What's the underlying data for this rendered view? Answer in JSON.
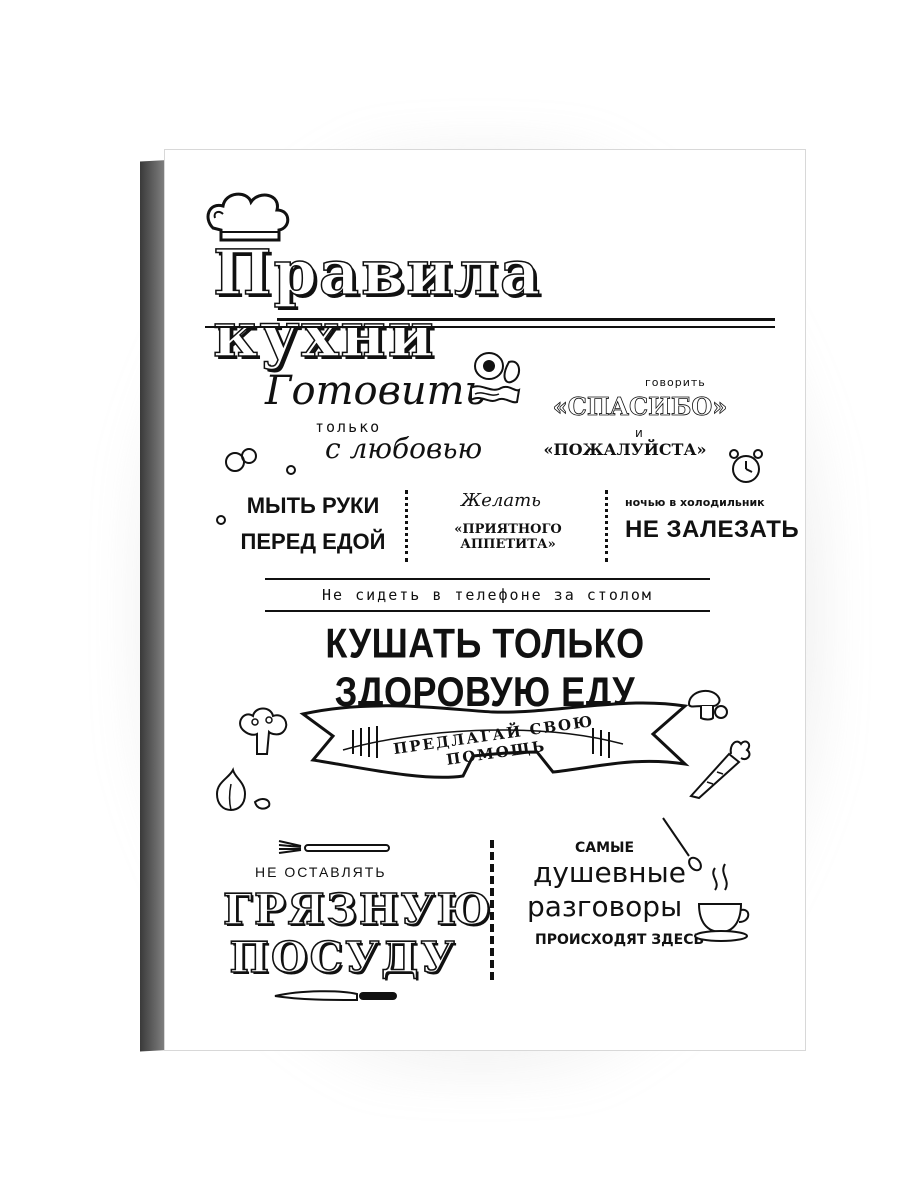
{
  "poster": {
    "title": "Правила кухни",
    "cook": {
      "main": "Готовить",
      "sub1": "только",
      "sub2": "с любовью"
    },
    "thanks": {
      "small": "говорить",
      "big1": "«СПАСИБО»",
      "and": "и",
      "big2": "«ПОЖАЛУЙСТА»"
    },
    "wash": {
      "line1": "МЫТЬ РУКИ",
      "line2": "ПЕРЕД ЕДОЙ"
    },
    "wish": {
      "script": "Желать",
      "main": "«ПРИЯТНОГО АППЕТИТА»"
    },
    "fridge": {
      "small": "ночью в холодильник",
      "big": "НЕ ЗАЛЕЗАТЬ"
    },
    "phone": "Не сидеть в телефоне за столом",
    "healthy": "КУШАТЬ ТОЛЬКО ЗДОРОВУЮ ЕДУ",
    "banner": "ПРЕДЛАГАЙ СВОЮ ПОМОЩЬ",
    "dishes": {
      "small": "НЕ ОСТАВЛЯТЬ",
      "line1": "ГРЯЗНУЮ",
      "line2": "ПОСУДУ"
    },
    "talks": {
      "small1": "САМЫЕ",
      "big1": "душевные",
      "big2": "разговоры",
      "small2": "ПРОИСХОДЯТ ЗДЕСЬ"
    }
  },
  "colors": {
    "ink": "#111111",
    "canvas": "#ffffff",
    "edge": "#4a4a4a"
  },
  "icons": [
    "chef-hat-icon",
    "egg-bacon-icon",
    "bubbles-icon",
    "alarm-clock-icon",
    "broccoli-icon",
    "garlic-icon",
    "mushroom-icon",
    "carrot-icon",
    "fork-icon",
    "knife-icon",
    "spoon-icon",
    "coffee-cup-icon"
  ]
}
